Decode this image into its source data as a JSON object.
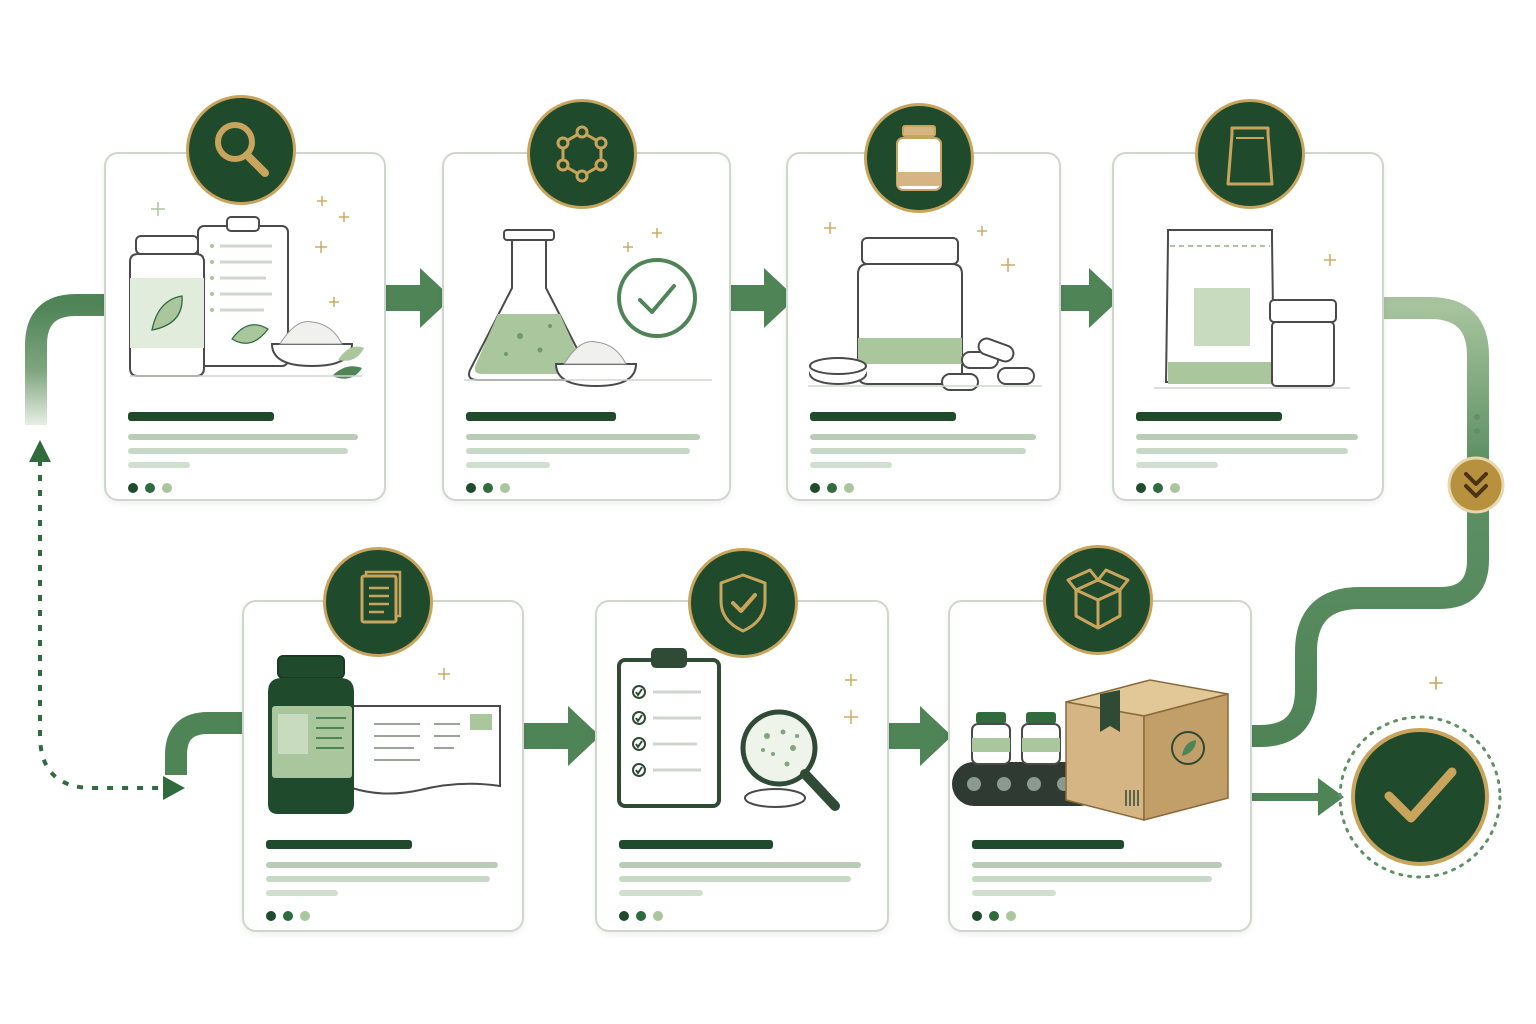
{
  "colors": {
    "primary": "#1f4b2c",
    "accent_gold": "#c9a45c",
    "flow_green": "#4f8457",
    "soft_green": "#a9c69c",
    "card_border": "#cfd6cd",
    "kraft": "#d5b583"
  },
  "steps": [
    {
      "name": "research",
      "badge_icon": "magnifier-icon",
      "illustration": "supplement-jar-clipboard-powder"
    },
    {
      "name": "formulation",
      "badge_icon": "molecule-icon",
      "illustration": "flask-check-powder"
    },
    {
      "name": "encapsulation",
      "badge_icon": "jar-icon",
      "illustration": "jar-capsules-tablet"
    },
    {
      "name": "packaging",
      "badge_icon": "pouch-icon",
      "illustration": "pouch-tub"
    },
    {
      "name": "labeling",
      "badge_icon": "document-icon",
      "illustration": "bottle-label-sheet"
    },
    {
      "name": "quality-control",
      "badge_icon": "shield-check-icon",
      "illustration": "checklist-magnifier-sample"
    },
    {
      "name": "shipping",
      "badge_icon": "box-icon",
      "illustration": "conveyor-bottles-carton"
    }
  ],
  "progress_dots": [
    "#1f4b2c",
    "#2f6b3c",
    "#a9c69c"
  ],
  "connector_icon": "double-chevron-down-icon",
  "completion_icon": "check-circle-icon"
}
